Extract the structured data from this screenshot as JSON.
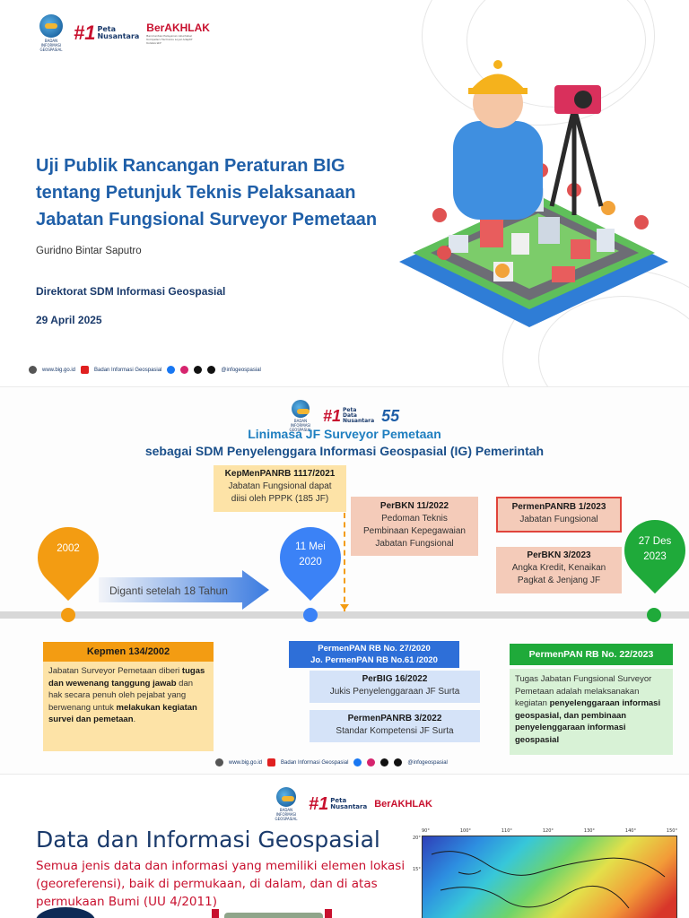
{
  "slide1": {
    "logos": {
      "big_caption": "BADAN INFORMASI GEOSPASIAL",
      "no1": "#1",
      "no1_sub1": "Peta",
      "no1_sub2": "Nusantara",
      "akhlak": "BerAKHLAK",
      "akhlak_sub": "Berorientasi Pelayanan Akuntabel Kompeten Harmonis Loyal Adaptif Kolaboratif"
    },
    "title": "Uji Publik Rancangan Peraturan BIG tentang Petunjuk Teknis Pelaksanaan Jabatan Fungsional Surveyor Pemetaan",
    "author": "Guridno Bintar Saputro",
    "org": "Direktorat SDM Informasi Geospasial",
    "date": "29 April 2025",
    "footer": {
      "website": "www.big.go.id",
      "youtube": "Badan Informasi Geospasial",
      "handle": "@infogeospasial"
    }
  },
  "slide2": {
    "logos": {
      "big_caption": "BADAN INFORMASI GEOSPASIAL",
      "no1": "#1",
      "no1_sub1": "Peta",
      "no1_sub2": "Data",
      "no1_sub3": "Nusantara",
      "anniv": "55"
    },
    "title_line1": "Linimasa JF Surveyor Pemetaan",
    "title_line2": "sebagai SDM Penyelenggara Informasi Geospasial (IG) Pemerintah",
    "pin_2002": "2002",
    "pin_2020_a": "11 Mei",
    "pin_2020_b": "2020",
    "pin_2023_a": "27 Des",
    "pin_2023_b": "2023",
    "arrow_text": "Diganti setelah 18 Tahun",
    "kepmenpan_title": "KepMenPANRB 1117/2021",
    "kepmenpan_body1": "Jabatan Fungsional dapat",
    "kepmenpan_body2": "diisi oleh PPPK (185 JF)",
    "perbkn11_title": "PerBKN 11/2022",
    "perbkn11_body1": "Pedoman Teknis",
    "perbkn11_body2": "Pembinaan Kepegawaian",
    "perbkn11_body3": "Jabatan Fungsional",
    "permenpan1_title": "PermenPANRB 1/2023",
    "permenpan1_body": "Jabatan Fungsional",
    "perbkn3_title": "PerBKN 3/2023",
    "perbkn3_body1": "Angka Kredit, Kenaikan",
    "perbkn3_body2": "Pagkat & Jenjang JF",
    "kepmen134_title": "Kepmen 134/2002",
    "kepmen134_p1": "Jabatan Surveyor Pemetaan diberi ",
    "kepmen134_b1": "tugas dan wewenang tanggung jawab",
    "kepmen134_p2": " dan hak secara penuh oleh pejabat yang berwenang untuk ",
    "kepmen134_b2": "melakukan kegiatan survei dan pemetaan",
    "kepmen134_p3": ".",
    "permenpan27_line1": "PermenPAN RB No. 27/2020",
    "permenpan27_line2": "Jo. PermenPAN RB No.61 /2020",
    "perbig16_title": "PerBIG  16/2022",
    "perbig16_body": "Jukis Penyelenggaraan JF Surta",
    "permenpan3_title": "PermenPANRB  3/2022",
    "permenpan3_body": "Standar Kompetensi JF Surta",
    "permenpan22_title": "PermenPAN RB  No. 22/2023",
    "permenpan22_p1": "Tugas Jabatan Fungsional Surveyor Pemetaan adalah melaksanakan kegiatan ",
    "permenpan22_b1": "penyelenggaraan informasi geospasial, dan pembinaan penyelenggaraan informasi geospasial",
    "footer": {
      "website": "www.big.go.id",
      "youtube": "Badan Informasi Geospasial",
      "handle": "@infogeospasial"
    }
  },
  "slide3": {
    "logos": {
      "big_caption": "BADAN INFORMASI GEOSPASIAL",
      "no1": "#1",
      "no1_sub1": "Peta",
      "no1_sub2": "Nusantara",
      "akhlak": "BerAKHLAK"
    },
    "title": "Data dan Informasi Geospasial",
    "subtitle": "Semua jenis data dan informasi yang memiliki elemen lokasi (georeferensi), baik di permukaan, di dalam, dan di atas permukaan Bumi (UU 4/2011)",
    "map_ticks_top": [
      "90°",
      "100°",
      "110°",
      "120°",
      "130°",
      "140°",
      "150°"
    ],
    "map_ticks_left": [
      "20°",
      "15°"
    ]
  },
  "colors": {
    "primary_blue": "#1f5fa8",
    "orange": "#f39c12",
    "blue_pin": "#3b82f6",
    "green": "#1faa3a",
    "red": "#c8102e"
  }
}
